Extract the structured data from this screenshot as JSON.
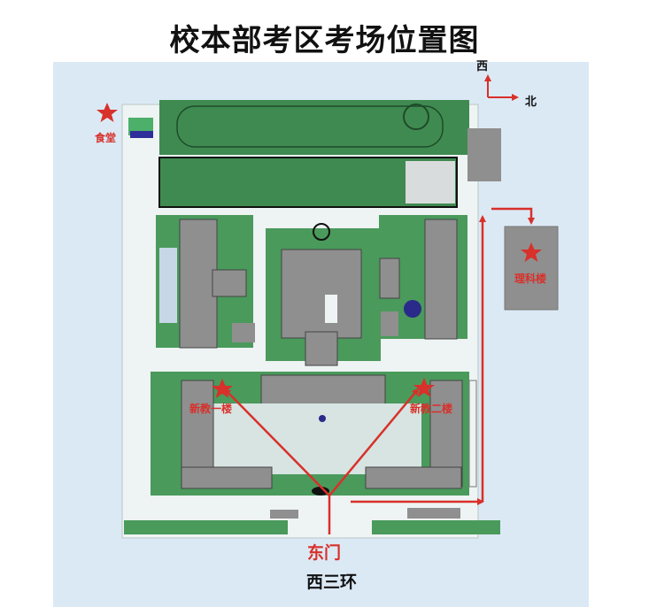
{
  "title": "校本部考区考场位置图",
  "compass": {
    "west": "西",
    "north": "北"
  },
  "places": {
    "canteen": "食堂",
    "science_building": "理科楼",
    "teaching_building_1": "新教一楼",
    "teaching_building_2": "新教二楼"
  },
  "gate": "东门",
  "road": "西三环",
  "colors": {
    "route_red": "#d8302a",
    "building_gray": "#8f8f8f",
    "lawn_green": "#3f8a50",
    "ground": "#eef3f3",
    "background_blue": "#dbe9f5"
  },
  "icons": [
    "star-icon",
    "arrow-icon"
  ]
}
